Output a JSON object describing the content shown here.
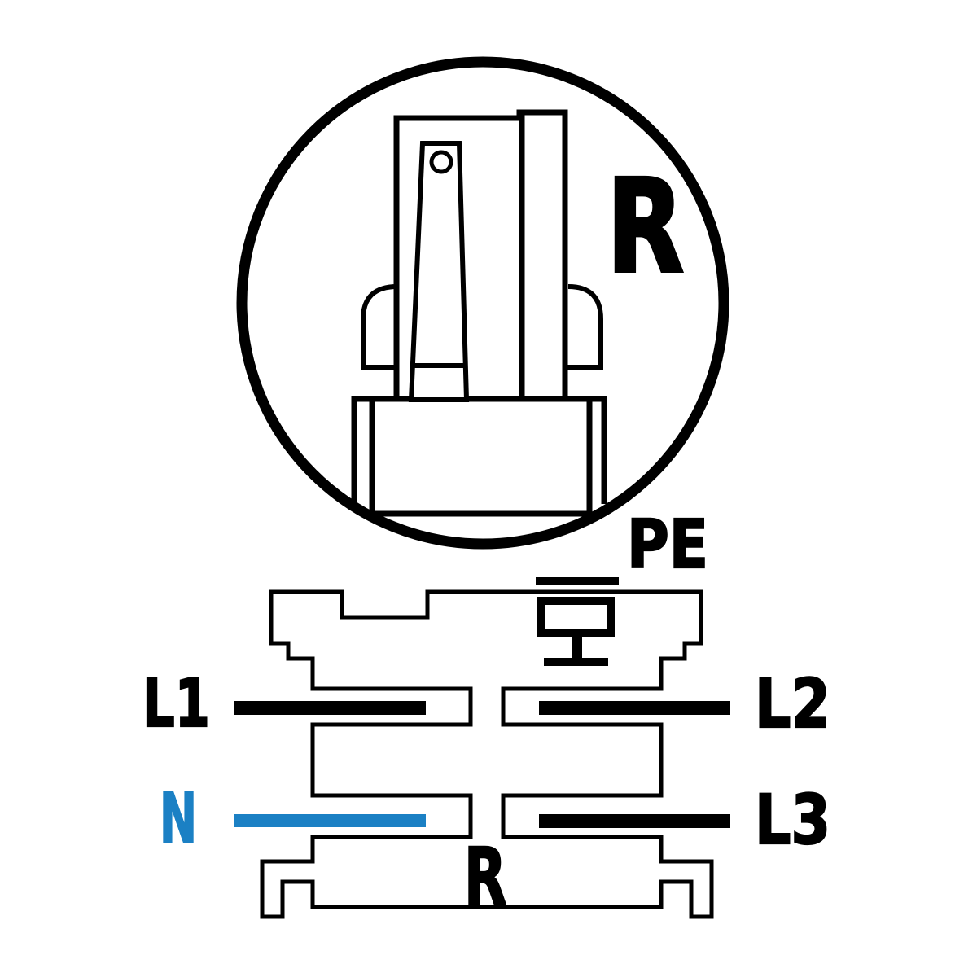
{
  "plug_view": {
    "marking": "R"
  },
  "pinout": {
    "pe": {
      "label": "PE",
      "color": "#000000"
    },
    "l1": {
      "label": "L1",
      "color": "#000000"
    },
    "l2": {
      "label": "L2",
      "color": "#000000"
    },
    "n": {
      "label": "N",
      "color": "#1b80c4"
    },
    "l3": {
      "label": "L3",
      "color": "#000000"
    },
    "r": {
      "label": "R",
      "color": "#000000"
    }
  },
  "colors": {
    "ink": "#000000",
    "neutral_blue": "#1b80c4",
    "background": "#ffffff"
  }
}
